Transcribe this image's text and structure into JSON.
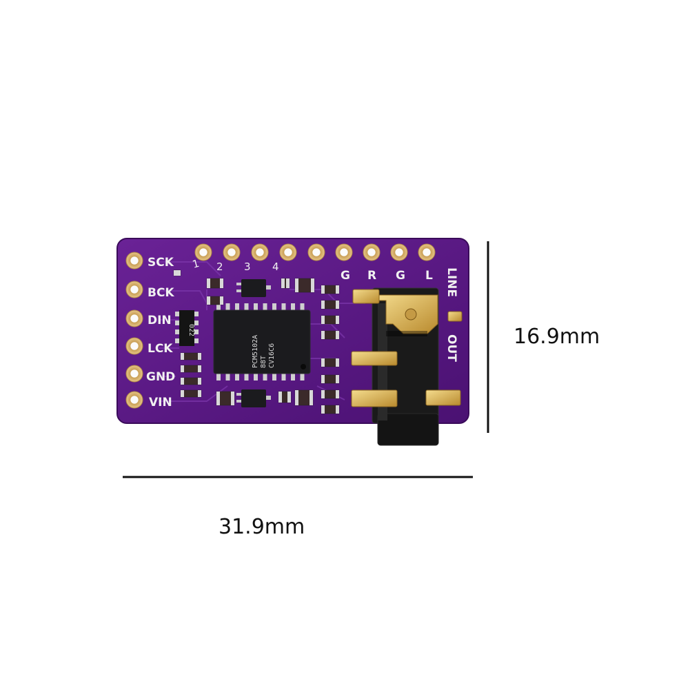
{
  "dimensions": {
    "height_label": "16.9mm",
    "width_label": "31.9mm"
  },
  "board": {
    "left_pins": [
      "SCK",
      "BCK",
      "DIN",
      "LCK",
      "GND",
      "VIN"
    ],
    "top_numbers": [
      "1",
      "2",
      "3",
      "4"
    ],
    "top_pins": [
      "G",
      "R",
      "G",
      "L"
    ],
    "side_label_line1": "LINE",
    "side_label_line2": "OUT",
    "chip_text_line1": "PCM5102A",
    "chip_text_line2": "88T",
    "chip_text_line3": "CV16C6",
    "resistor_marking": "022",
    "colors": {
      "pcb": "#5a1a86",
      "pcb_dark": "#3e0d60",
      "pad_gold": "#d9b36a",
      "jack_body": "#1a1a1a",
      "dimension_line": "#111111"
    }
  }
}
